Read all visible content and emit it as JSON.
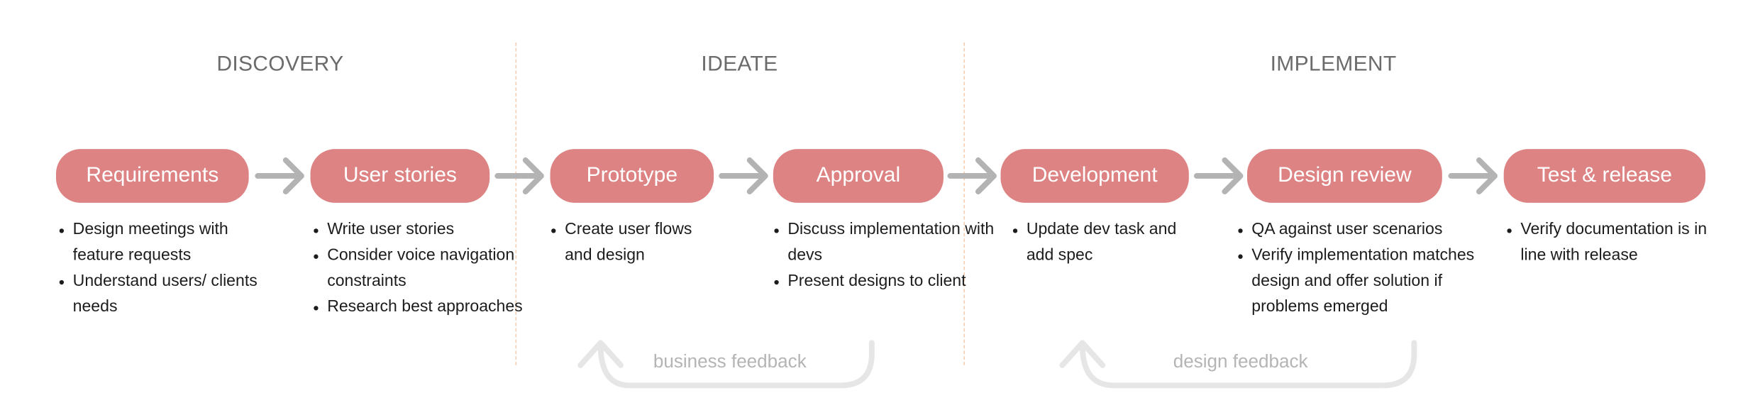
{
  "phases": [
    "DISCOVERY",
    "IDEATE",
    "IMPLEMENT"
  ],
  "steps": [
    {
      "label": "Requirements",
      "notes": [
        "Design meetings with feature requests",
        "Understand users/ clients needs"
      ]
    },
    {
      "label": "User stories",
      "notes": [
        "Write user stories",
        "Consider voice navigation constraints",
        "Research best approaches"
      ]
    },
    {
      "label": "Prototype",
      "notes": [
        "Create user flows and design"
      ]
    },
    {
      "label": "Approval",
      "notes": [
        "Discuss implementation with devs",
        "Present designs to client"
      ]
    },
    {
      "label": "Development",
      "notes": [
        "Update dev task and add spec"
      ]
    },
    {
      "label": "Design review",
      "notes": [
        "QA against user scenarios",
        "Verify implementation matches design and offer solution if problems emerged"
      ]
    },
    {
      "label": "Test & release",
      "notes": [
        "Verify documentation is in line with release"
      ]
    }
  ],
  "feedback": [
    "business feedback",
    "design feedback"
  ],
  "colors": {
    "pill": "#dd8383",
    "arrow": "#b3b3b3",
    "loop": "#e6e6e6",
    "divider": "#f3cdb0"
  }
}
